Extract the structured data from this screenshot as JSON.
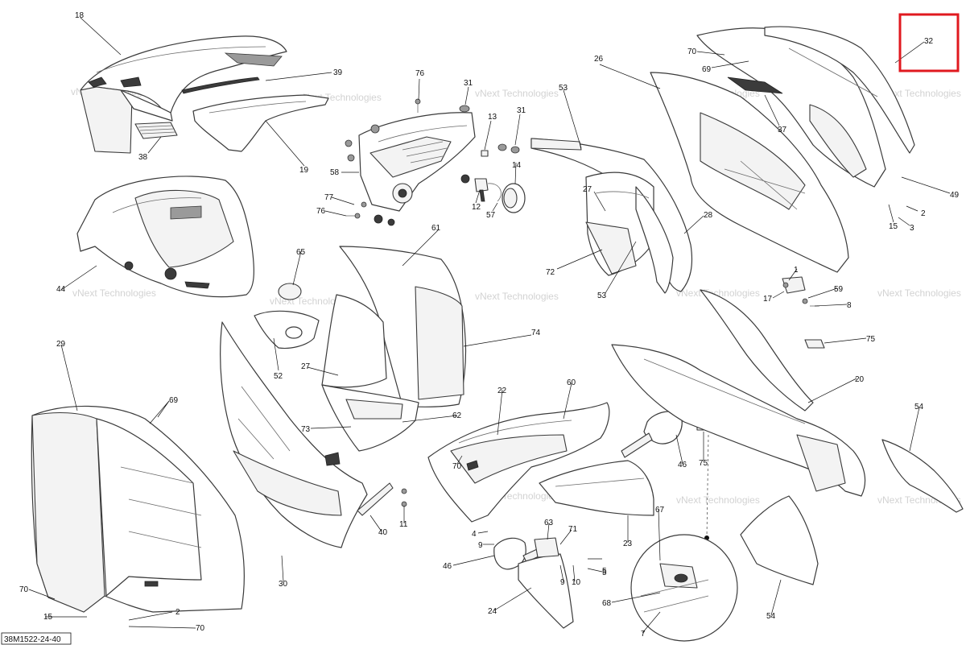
{
  "diagram": {
    "drawing_code": "38M1522-24-40",
    "watermark": "vNext Technologies",
    "highlight_color": "#e0191f",
    "callouts": [
      "18",
      "39",
      "38",
      "19",
      "76",
      "31",
      "13",
      "31",
      "58",
      "77",
      "76",
      "12",
      "57",
      "14",
      "53",
      "26",
      "70",
      "69",
      "32",
      "37",
      "49",
      "15",
      "2",
      "3",
      "27",
      "28",
      "72",
      "53",
      "44",
      "65",
      "61",
      "74",
      "27",
      "52",
      "73",
      "62",
      "1",
      "17",
      "59",
      "8",
      "75",
      "20",
      "29",
      "69",
      "22",
      "60",
      "70",
      "46",
      "75",
      "30",
      "40",
      "11",
      "4",
      "9",
      "71",
      "63",
      "46",
      "5",
      "9",
      "10",
      "5",
      "67",
      "23",
      "54",
      "68",
      "24",
      "70",
      "15",
      "2",
      "7",
      "70",
      "54"
    ]
  }
}
